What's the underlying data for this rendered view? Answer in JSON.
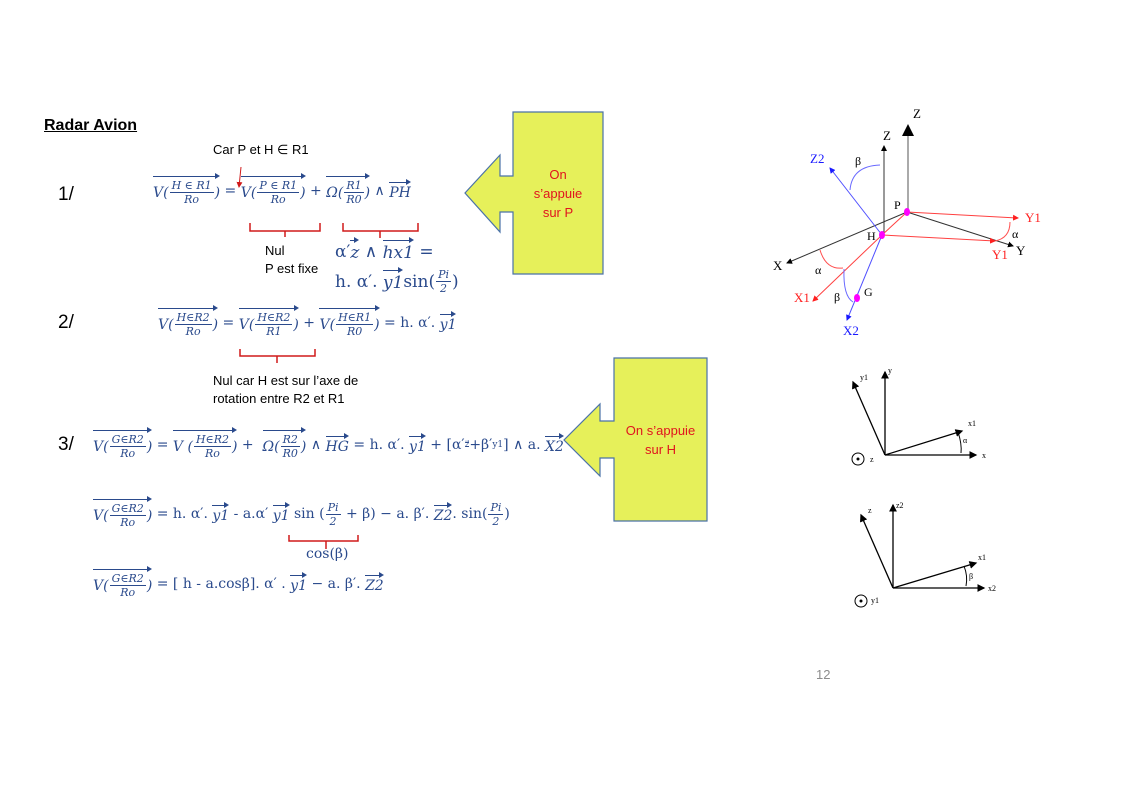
{
  "title": "Radar Avion",
  "page_number": "12",
  "colors": {
    "equation": "#2a4a8c",
    "bracket": "#d01a1a",
    "callout_fill": "#e6f05a",
    "callout_border": "#4a72a8",
    "callout_text": "#e0141e"
  },
  "steps": {
    "s1": "1/",
    "s2": "2/",
    "s3": "3/"
  },
  "notes": {
    "car_p_h": "Car P et H ∈ R1",
    "nul": "Nul",
    "p_fixe": "P est fixe",
    "nul_car_1": "Nul car H est sur l’axe de",
    "nul_car_2": "rotation entre R2 et R1",
    "cos_beta": "cos(β)"
  },
  "callouts": {
    "p": {
      "line1": "On",
      "line2": "s’appuie",
      "line3": "sur P"
    },
    "h": {
      "line1": "On s’appuie",
      "line2": "sur H"
    }
  },
  "equations": {
    "eq1": [
      {
        "k": "vf",
        "f": "V",
        "n": "H ∈ R1",
        "d": "Ro"
      },
      {
        "k": "t",
        "v": " = "
      },
      {
        "k": "vf",
        "f": "V",
        "n": "P ∈ R1",
        "d": "Ro"
      },
      {
        "k": "t",
        "v": " + "
      },
      {
        "k": "vf",
        "f": "Ω",
        "n": "R1",
        "d": "R0"
      },
      {
        "k": "t",
        "v": " ∧ "
      },
      {
        "k": "v",
        "v": "PH"
      }
    ],
    "eq1b": [
      {
        "k": "t",
        "v": "α′"
      },
      {
        "k": "v",
        "v": "z"
      },
      {
        "k": "t",
        "v": " ∧ "
      },
      {
        "k": "v",
        "v": "hx1"
      },
      {
        "k": "t",
        "v": " ="
      }
    ],
    "eq1c": [
      {
        "k": "t",
        "v": "h. α′. "
      },
      {
        "k": "v",
        "v": "y1"
      },
      {
        "k": "t",
        "v": "sin("
      },
      {
        "k": "fr",
        "n": "Pi",
        "d": "2"
      },
      {
        "k": "t",
        "v": ")"
      }
    ],
    "eq2": [
      {
        "k": "vf",
        "f": "V",
        "n": "H∈R2",
        "d": "Ro"
      },
      {
        "k": "t",
        "v": " = "
      },
      {
        "k": "vf",
        "f": "V",
        "n": "H∈R2",
        "d": "R1"
      },
      {
        "k": "t",
        "v": " + "
      },
      {
        "k": "vf",
        "f": "V",
        "n": "H∈R1",
        "d": "R0"
      },
      {
        "k": "t",
        "v": " = h. α′. "
      },
      {
        "k": "v",
        "v": "y1"
      }
    ],
    "eq3": [
      {
        "k": "vf",
        "f": "V",
        "n": "G∈R2",
        "d": "Ro"
      },
      {
        "k": "t",
        "v": " = "
      },
      {
        "k": "vf",
        "f": "V ",
        "n": "H∈R2",
        "d": "Ro"
      },
      {
        "k": "t",
        "v": " +  "
      },
      {
        "k": "vf",
        "f": "Ω",
        "n": "R2",
        "d": "R0"
      },
      {
        "k": "t",
        "v": " ∧ "
      },
      {
        "k": "v",
        "v": "HG"
      },
      {
        "k": "t",
        "v": " = h. α′. "
      },
      {
        "k": "v",
        "v": "y1"
      },
      {
        "k": "t",
        "v": " + [α′"
      },
      {
        "k": "sup",
        "v": "z⃗"
      },
      {
        "k": "t",
        "v": "+β′"
      },
      {
        "k": "sup",
        "v": "y1"
      },
      {
        "k": "t",
        "v": "] ∧ a. "
      },
      {
        "k": "v",
        "v": "X2"
      }
    ],
    "eq4": [
      {
        "k": "vf",
        "f": "V",
        "n": "G∈R2",
        "d": "Ro"
      },
      {
        "k": "t",
        "v": " = h. α′. "
      },
      {
        "k": "v",
        "v": "y1"
      },
      {
        "k": "t",
        "v": " - a.α′ "
      },
      {
        "k": "v",
        "v": "y1"
      },
      {
        "k": "t",
        "v": " sin ("
      },
      {
        "k": "fr",
        "n": "Pi",
        "d": "2"
      },
      {
        "k": "t",
        "v": " + β) − a. β′. "
      },
      {
        "k": "v",
        "v": "Z2"
      },
      {
        "k": "t",
        "v": ". sin("
      },
      {
        "k": "fr",
        "n": "Pi",
        "d": "2"
      },
      {
        "k": "t",
        "v": ")"
      }
    ],
    "eq5": [
      {
        "k": "vf",
        "f": "V",
        "n": "G∈R2",
        "d": "Ro"
      },
      {
        "k": "t",
        "v": " = [ h - a.cosβ]. α′ . "
      },
      {
        "k": "v",
        "v": "y1"
      },
      {
        "k": "t",
        "v": " − a. β′. "
      },
      {
        "k": "v",
        "v": "Z2"
      }
    ]
  },
  "diagram3d": {
    "Z_outer": "Z",
    "Z_inner": "Z",
    "Z2": "Z2",
    "X": "X",
    "Y": "Y",
    "Y1_top": "Y1",
    "Y1_bottom": "Y1",
    "X1": "X1",
    "X2": "X2",
    "P": "P",
    "H": "H",
    "G": "G",
    "beta_top": "β",
    "beta_bottom": "β",
    "alpha_left": "α",
    "alpha_right": "α"
  },
  "diagram_alpha": {
    "y1": "y1",
    "y": "y",
    "x1": "x1",
    "x": "x",
    "angle": "α",
    "z": "z"
  },
  "diagram_beta": {
    "z": "z",
    "z2": "z2",
    "x1": "x1",
    "x2": "x2",
    "angle": "β",
    "y1": "y1"
  }
}
